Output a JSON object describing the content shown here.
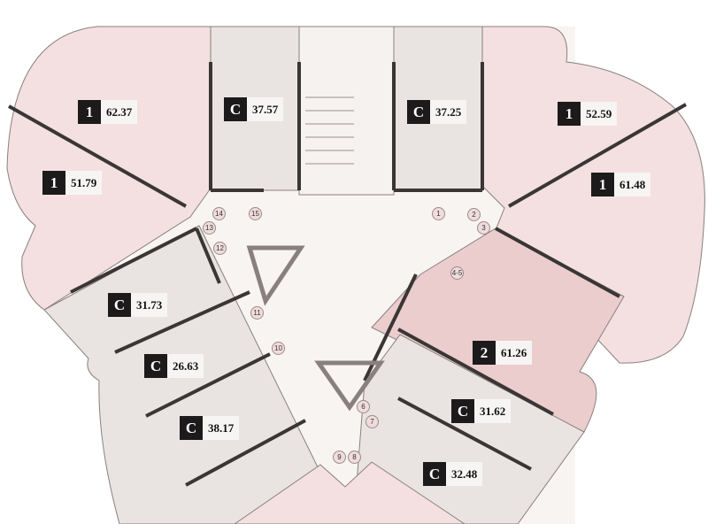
{
  "colors": {
    "one_room": "#f4e0e0",
    "two_room": "#ebcdcd",
    "studio": "#e9e4e2",
    "corridor": "#f8f4f2",
    "wall": "#3a3636",
    "label_bg": "#1c1a1a"
  },
  "apartments": [
    {
      "type": "1",
      "area": "62.37"
    },
    {
      "type": "C",
      "area": "37.57"
    },
    {
      "type": "C",
      "area": "37.25"
    },
    {
      "type": "1",
      "area": "52.59"
    },
    {
      "type": "1",
      "area": "51.79"
    },
    {
      "type": "1",
      "area": "61.48"
    },
    {
      "type": "C",
      "area": "31.73"
    },
    {
      "type": "C",
      "area": "26.63"
    },
    {
      "type": "C",
      "area": "38.17"
    },
    {
      "type": "2",
      "area": "61.26"
    },
    {
      "type": "C",
      "area": "31.62"
    },
    {
      "type": "C",
      "area": "32.48"
    }
  ],
  "unit_numbers": [
    "14",
    "15",
    "13",
    "12",
    "11",
    "10",
    "1",
    "2",
    "3",
    "4-5",
    "6",
    "7",
    "9",
    "8"
  ]
}
